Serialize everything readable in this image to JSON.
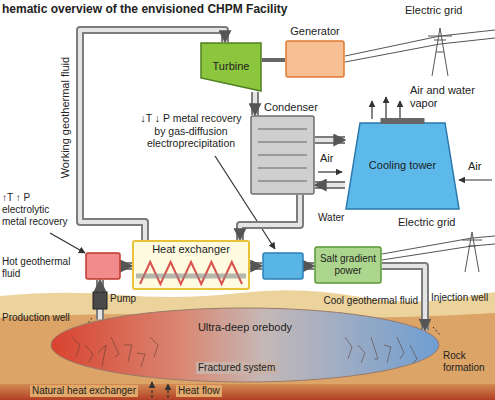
{
  "diagram": {
    "title": "hematic overview of the envisioned CHPM Facility",
    "nodes": [
      {
        "text": [
          "Turbine"
        ]
      },
      {
        "text": [
          "Generator"
        ]
      },
      {
        "text": [
          "Condenser"
        ]
      },
      {
        "text": [
          "Cooling tower"
        ]
      },
      {
        "text": [
          "Heat exchanger"
        ]
      },
      {
        "text": [
          "Salt gradient power"
        ]
      },
      {
        "text": [
          "↑T ↑ P electrolytic metal recovery"
        ]
      },
      {
        "text": [
          "↓T ↓ P metal recovery by gas-diffusion electroprecipitation"
        ]
      },
      {
        "text": [
          "Ultra-deep orebody"
        ]
      }
    ],
    "edges": [
      {
        "from": 0,
        "to": 1,
        "arrow": "none"
      },
      {
        "from": 0,
        "to": 2,
        "arrow": "to"
      },
      {
        "from": 2,
        "to": 3,
        "arrow": "to"
      },
      {
        "from": 3,
        "to": 2,
        "arrow": "to"
      },
      {
        "from": 2,
        "to": 4,
        "arrow": "to"
      },
      {
        "from": 4,
        "to": 0,
        "arrow": "to"
      },
      {
        "from": 6,
        "to": 4,
        "arrow": "to"
      },
      {
        "from": 4,
        "to": 7,
        "arrow": "to"
      },
      {
        "from": 7,
        "to": 5,
        "arrow": "to"
      },
      {
        "from": 8,
        "to": 6,
        "arrow": "to"
      },
      {
        "from": 5,
        "to": 8,
        "arrow": "to"
      }
    ],
    "labels": [
      "Electric grid",
      "Air and water vapor",
      "Air",
      "Air",
      "Water",
      "Working geothermal fluid",
      "Electric grid",
      "Hot geothermal fluid",
      "Pump",
      "Cool geothermal fluid",
      "Production well",
      "Injection well",
      "Rock formation",
      "Natural heat exchanger",
      "Fractured system",
      "Heat flow"
    ]
  }
}
